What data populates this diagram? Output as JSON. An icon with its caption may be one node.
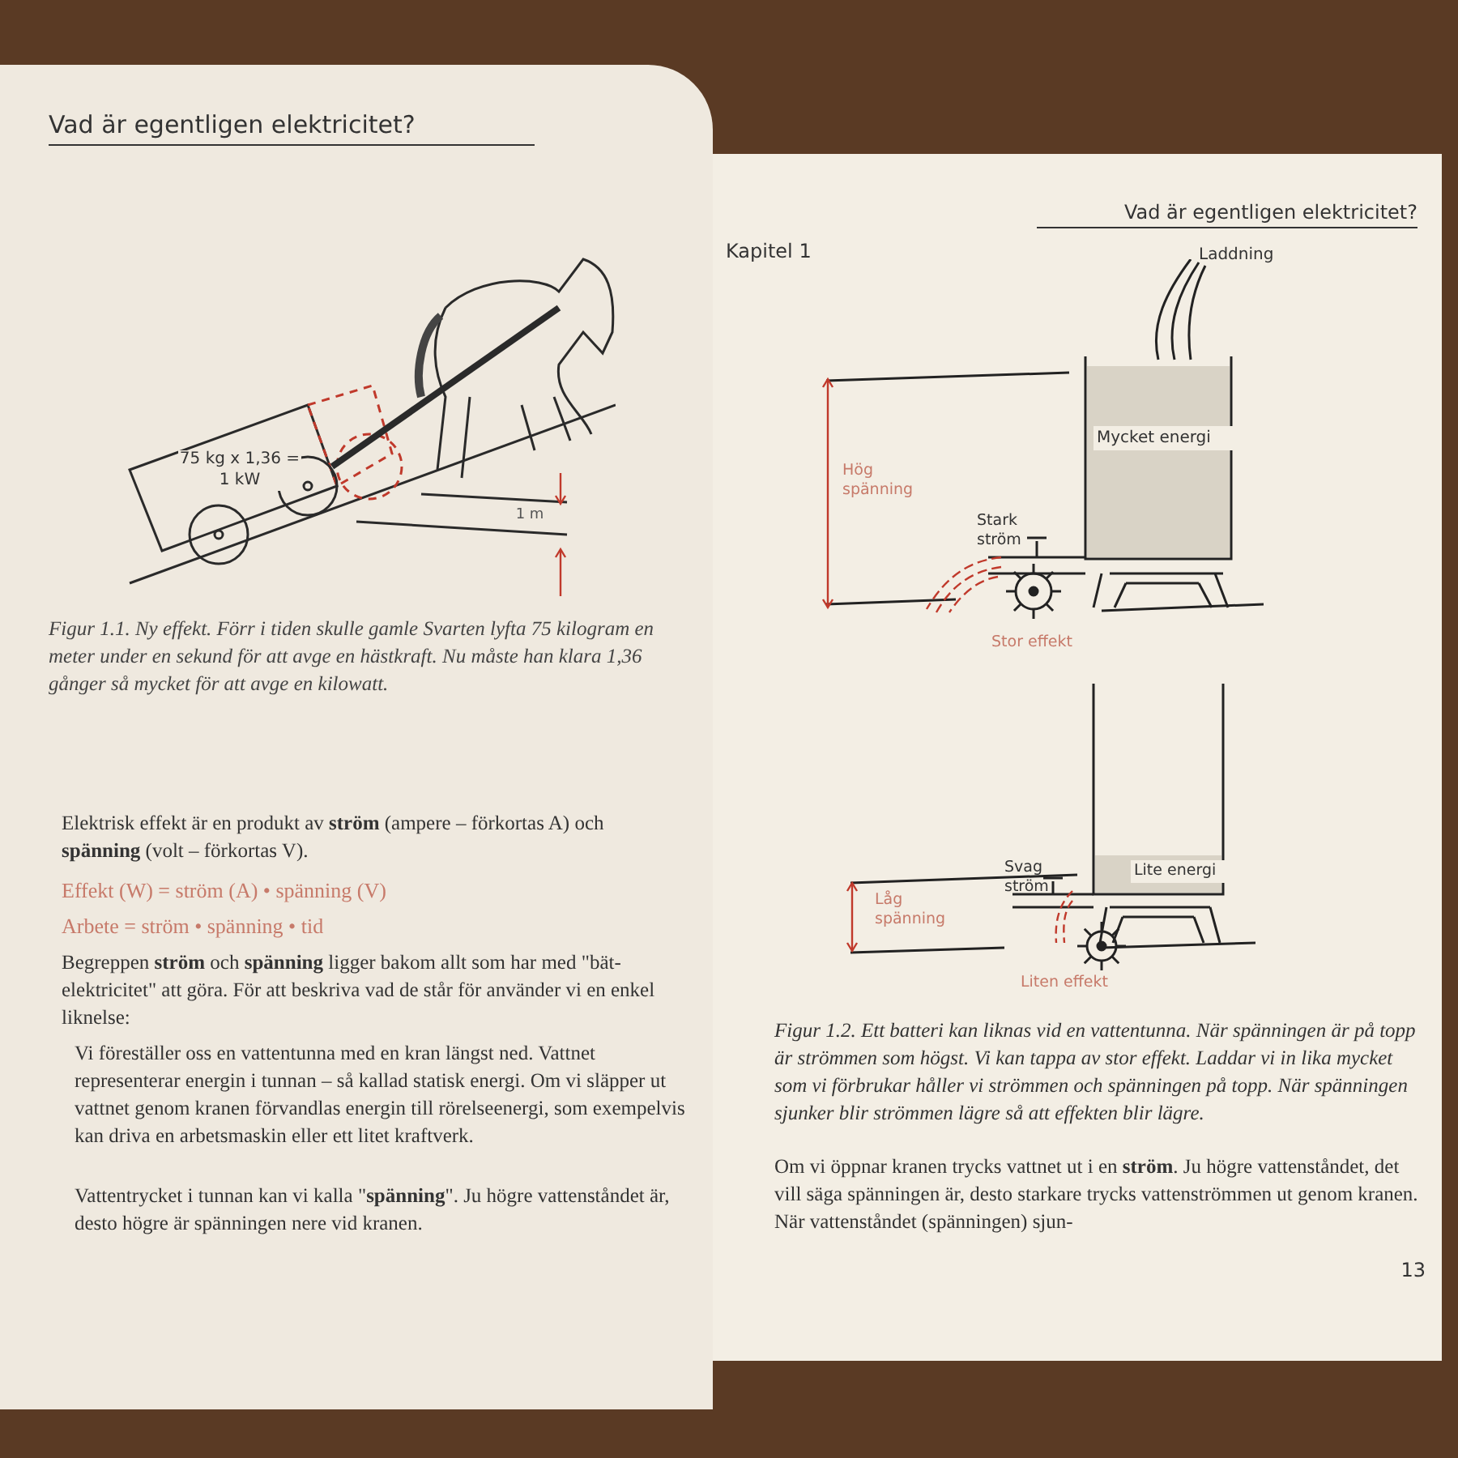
{
  "diagram": {
    "labels": [
      "Vad är egentligen elektricitet?",
      "75 kg x 1,36 = 1 kW",
      "1 m",
      "Figur 1.1. Ny effekt. Förr i tiden skulle gamle Svarten lyfta 75 kilogram en meter under en sekund för att avge en hästkraft. Nu måste han klara 1,36 gånger så mycket för att avge en kilowatt.",
      "Elektrisk effekt är en produkt av **ström** (ampere – förkortas A) och **spänning** (volt – förkortas V).",
      "Effekt (W) = ström (A) • spänning (V)",
      "Arbete = ström • spänning • tid",
      "Begreppen **ström** och **spänning** ligger bakom allt som har med \"bät- elektricitet\" att göra. För att beskriva vad de står för använder vi en enkel liknelse:",
      "Vi föreställer oss en vattentunna med en kran längst ned. Vattnet representerar energin i tunnan – så kallad statisk energi. Om vi släpper ut vattnet genom kranen förvandlas energin till rörelseenergi, som exempelvis kan driva en arbetsmaskin eller ett litet kraftverk.",
      "Vattentrycket i tunnan kan vi kalla \"**spänning**\". Ju högre vattenståndet är, desto högre är spänningen nere vid kranen.",
      "Kapitel 1",
      "Vad är egentligen elektricitet?",
      "Laddning",
      "Hög spänning",
      "Mycket energi",
      "Stark ström",
      "Stor effekt",
      "Låg spänning",
      "Svag ström",
      "Lite energi",
      "Liten effekt",
      "Figur 1.2. Ett batteri kan liknas vid en vattentunna. När spänningen är på topp är strömmen som högst. Vi kan tappa av stor effekt. Laddar vi in lika mycket som vi förbrukar håller vi strömmen och spänningen på topp. När spänningen sjunker blir strömmen lägre så att effekten blir lägre.",
      "Om vi öppnar kranen trycks vattnet ut i en **ström**. Ju högre vattenståndet, det vill säga spänningen är, desto starkare trycks vattenströmmen ut genom kranen. När vattenståndet (spänningen) sjun-",
      "13"
    ]
  }
}
